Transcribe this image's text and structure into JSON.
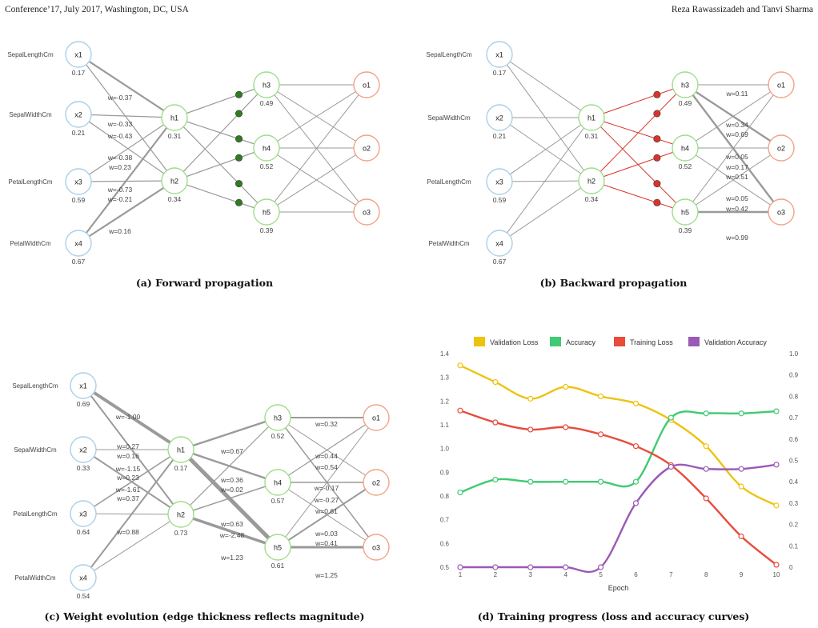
{
  "header": {
    "left": "Conference’17, July 2017, Washington, DC, USA",
    "right": "Reza Rawassizadeh and Tanvi Sharma"
  },
  "colors": {
    "input": "#a9cfe6",
    "hidden": "#9ede8a",
    "output": "#f0a386",
    "edge": "#9a9a9a",
    "backprop": "#d9342b",
    "node_marker_forward": "#2e7d1f",
    "node_marker_backward": "#d9342b",
    "val_loss": "#eec30e",
    "accuracy": "#3fca73",
    "train_loss": "#e74c3c",
    "val_accuracy": "#9b59b6"
  },
  "networks": [
    {
      "caption": "(a) Forward propagation",
      "feature_labels": [
        "SepalLengthCm",
        "SepalWidthCm",
        "PetalLengthCm",
        "PetalWidthCm"
      ],
      "inputs": [
        {
          "name": "x1",
          "value": "0.17"
        },
        {
          "name": "x2",
          "value": "0.21"
        },
        {
          "name": "x3",
          "value": "0.59"
        },
        {
          "name": "x4",
          "value": "0.67"
        }
      ],
      "hidden1": [
        {
          "name": "h1",
          "value": "0.31"
        },
        {
          "name": "h2",
          "value": "0.34"
        }
      ],
      "hidden2": [
        {
          "name": "h3",
          "value": "0.49"
        },
        {
          "name": "h4",
          "value": "0.52"
        },
        {
          "name": "h5",
          "value": "0.39"
        }
      ],
      "outputs": [
        {
          "name": "o1"
        },
        {
          "name": "o2"
        },
        {
          "name": "o3"
        }
      ],
      "weight_labels": [
        "w=-0.37",
        "w=-0.33",
        "w=-0.43",
        "w=-0.38",
        "w=0.23",
        "w=-0.73",
        "w=-0.21",
        "w=0.16"
      ]
    },
    {
      "caption": "(b) Backward propagation",
      "feature_labels": [
        "SepalLengthCm",
        "SepalWidthCm",
        "PetalLengthCm",
        "PetalWidthCm"
      ],
      "inputs": [
        {
          "name": "x1",
          "value": "0.17"
        },
        {
          "name": "x2",
          "value": "0.21"
        },
        {
          "name": "x3",
          "value": "0.59"
        },
        {
          "name": "x4",
          "value": "0.67"
        }
      ],
      "hidden1": [
        {
          "name": "h1",
          "value": "0.31"
        },
        {
          "name": "h2",
          "value": "0.34"
        }
      ],
      "hidden2": [
        {
          "name": "h3",
          "value": "0.49"
        },
        {
          "name": "h4",
          "value": "0.52"
        },
        {
          "name": "h5",
          "value": "0.39"
        }
      ],
      "outputs": [
        {
          "name": "o1"
        },
        {
          "name": "o2"
        },
        {
          "name": "o3"
        }
      ],
      "weight_labels": [
        "w=0.11",
        "w=0.34",
        "w=0.69",
        "w=0.05",
        "w=0.17",
        "w=0.51",
        "w=0.05",
        "w=0.42",
        "w=0.99"
      ]
    },
    {
      "caption": "(c) Weight evolution (edge thickness reflects magnitude)",
      "feature_labels": [
        "SepalLengthCm",
        "SepalWidthCm",
        "PetalLengthCm",
        "PetalWidthCm"
      ],
      "inputs": [
        {
          "name": "x1",
          "value": "0.69"
        },
        {
          "name": "x2",
          "value": "0.33"
        },
        {
          "name": "x3",
          "value": "0.64"
        },
        {
          "name": "x4",
          "value": "0.54"
        }
      ],
      "hidden1": [
        {
          "name": "h1",
          "value": "0.17"
        },
        {
          "name": "h2",
          "value": "0.73"
        }
      ],
      "hidden2": [
        {
          "name": "h3",
          "value": "0.52"
        },
        {
          "name": "h4",
          "value": "0.57"
        },
        {
          "name": "h5",
          "value": "0.61"
        }
      ],
      "outputs": [
        {
          "name": "o1"
        },
        {
          "name": "o2"
        },
        {
          "name": "o3"
        }
      ],
      "weight_labels": [
        "w=-1.00",
        "w=0.27",
        "w=0.16",
        "w=-1.15",
        "w=0.23",
        "w=-1.61",
        "w=0.37",
        "w=0.88",
        "w=0.67",
        "w=0.36",
        "w=0.02",
        "w=0.63",
        "w=-2.48",
        "w=1.23",
        "w=0.32",
        "w=0.44",
        "w=0.54",
        "w=-0.17",
        "w=-0.27",
        "w=0.61",
        "w=0.03",
        "w=0.41",
        "w=1.25"
      ]
    }
  ],
  "chart_caption": "(d) Training progress (loss and accuracy curves)",
  "chart_data": {
    "type": "line",
    "xlabel": "Epoch",
    "x": [
      1,
      2,
      3,
      4,
      5,
      6,
      7,
      8,
      9,
      10
    ],
    "left_axis": {
      "ticks": [
        "0.5",
        "0.6",
        "0.7",
        "0.8",
        "0.9",
        "1.0",
        "1.1",
        "1.2",
        "1.3",
        "1.4"
      ],
      "ylim": [
        0.5,
        1.4
      ]
    },
    "right_axis": {
      "ticks": [
        "0",
        "0.1",
        "0.2",
        "0.3",
        "0.4",
        "0.5",
        "0.6",
        "0.7",
        "0.8",
        "0.9",
        "1.0"
      ],
      "ylim": [
        0,
        1.0
      ]
    },
    "legend_position": "top",
    "grid": false,
    "series": [
      {
        "name": "Validation Loss",
        "axis": "left",
        "values": [
          1.35,
          1.28,
          1.21,
          1.26,
          1.22,
          1.19,
          1.12,
          1.01,
          0.84,
          0.76
        ]
      },
      {
        "name": "Accuracy",
        "axis": "right",
        "values": [
          0.35,
          0.41,
          0.4,
          0.4,
          0.4,
          0.4,
          0.7,
          0.72,
          0.72,
          0.73
        ]
      },
      {
        "name": "Training Loss",
        "axis": "left",
        "values": [
          1.16,
          1.11,
          1.08,
          1.09,
          1.06,
          1.01,
          0.93,
          0.79,
          0.63,
          0.51
        ]
      },
      {
        "name": "Validation Accuracy",
        "axis": "right",
        "values": [
          0,
          0,
          0,
          0,
          0,
          0.3,
          0.47,
          0.46,
          0.46,
          0.48
        ]
      }
    ]
  }
}
